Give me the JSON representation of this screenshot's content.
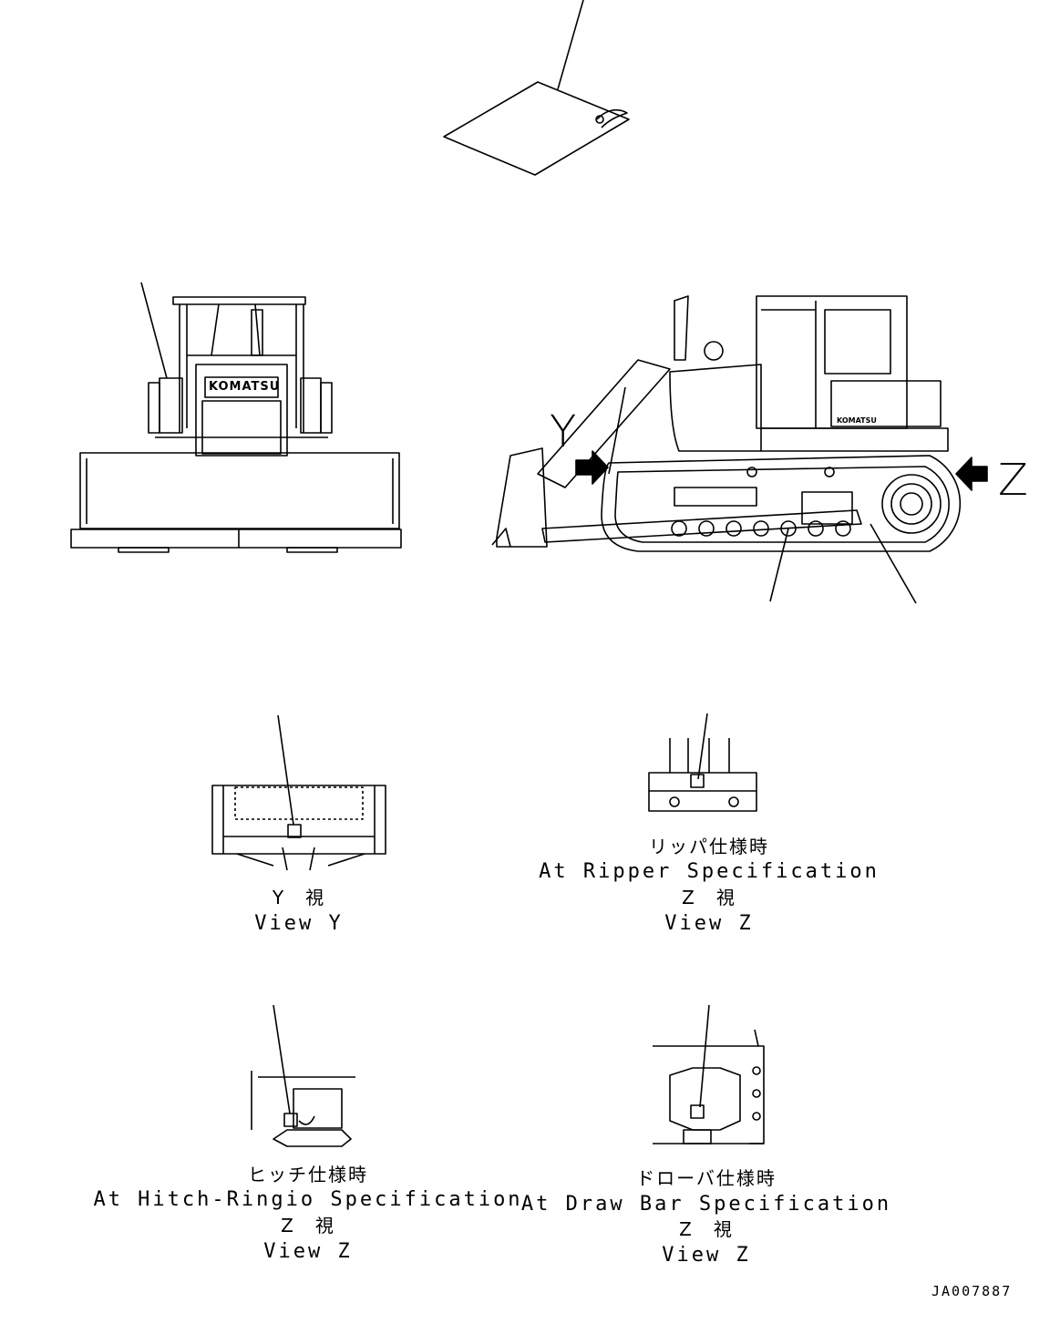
{
  "markers": {
    "y": "Y",
    "z": "Z"
  },
  "view_y": {
    "title_jp": "Y　視",
    "title_en": "View Y"
  },
  "view_ripper": {
    "spec_jp": "リッパ仕様時",
    "spec_en": "At Ripper Specification",
    "title_jp": "Z　視",
    "title_en": "View Z"
  },
  "view_hitch": {
    "spec_jp": "ヒッチ仕様時",
    "spec_en": "At Hitch-Ringio Specification",
    "title_jp": "Z　視",
    "title_en": "View Z"
  },
  "view_drawbar": {
    "spec_jp": "ドローバ仕様時",
    "spec_en": "At Draw Bar Specification",
    "title_jp": "Z　視",
    "title_en": "View Z"
  },
  "brand": "KOMATSU",
  "drawing_code": "JA007887"
}
